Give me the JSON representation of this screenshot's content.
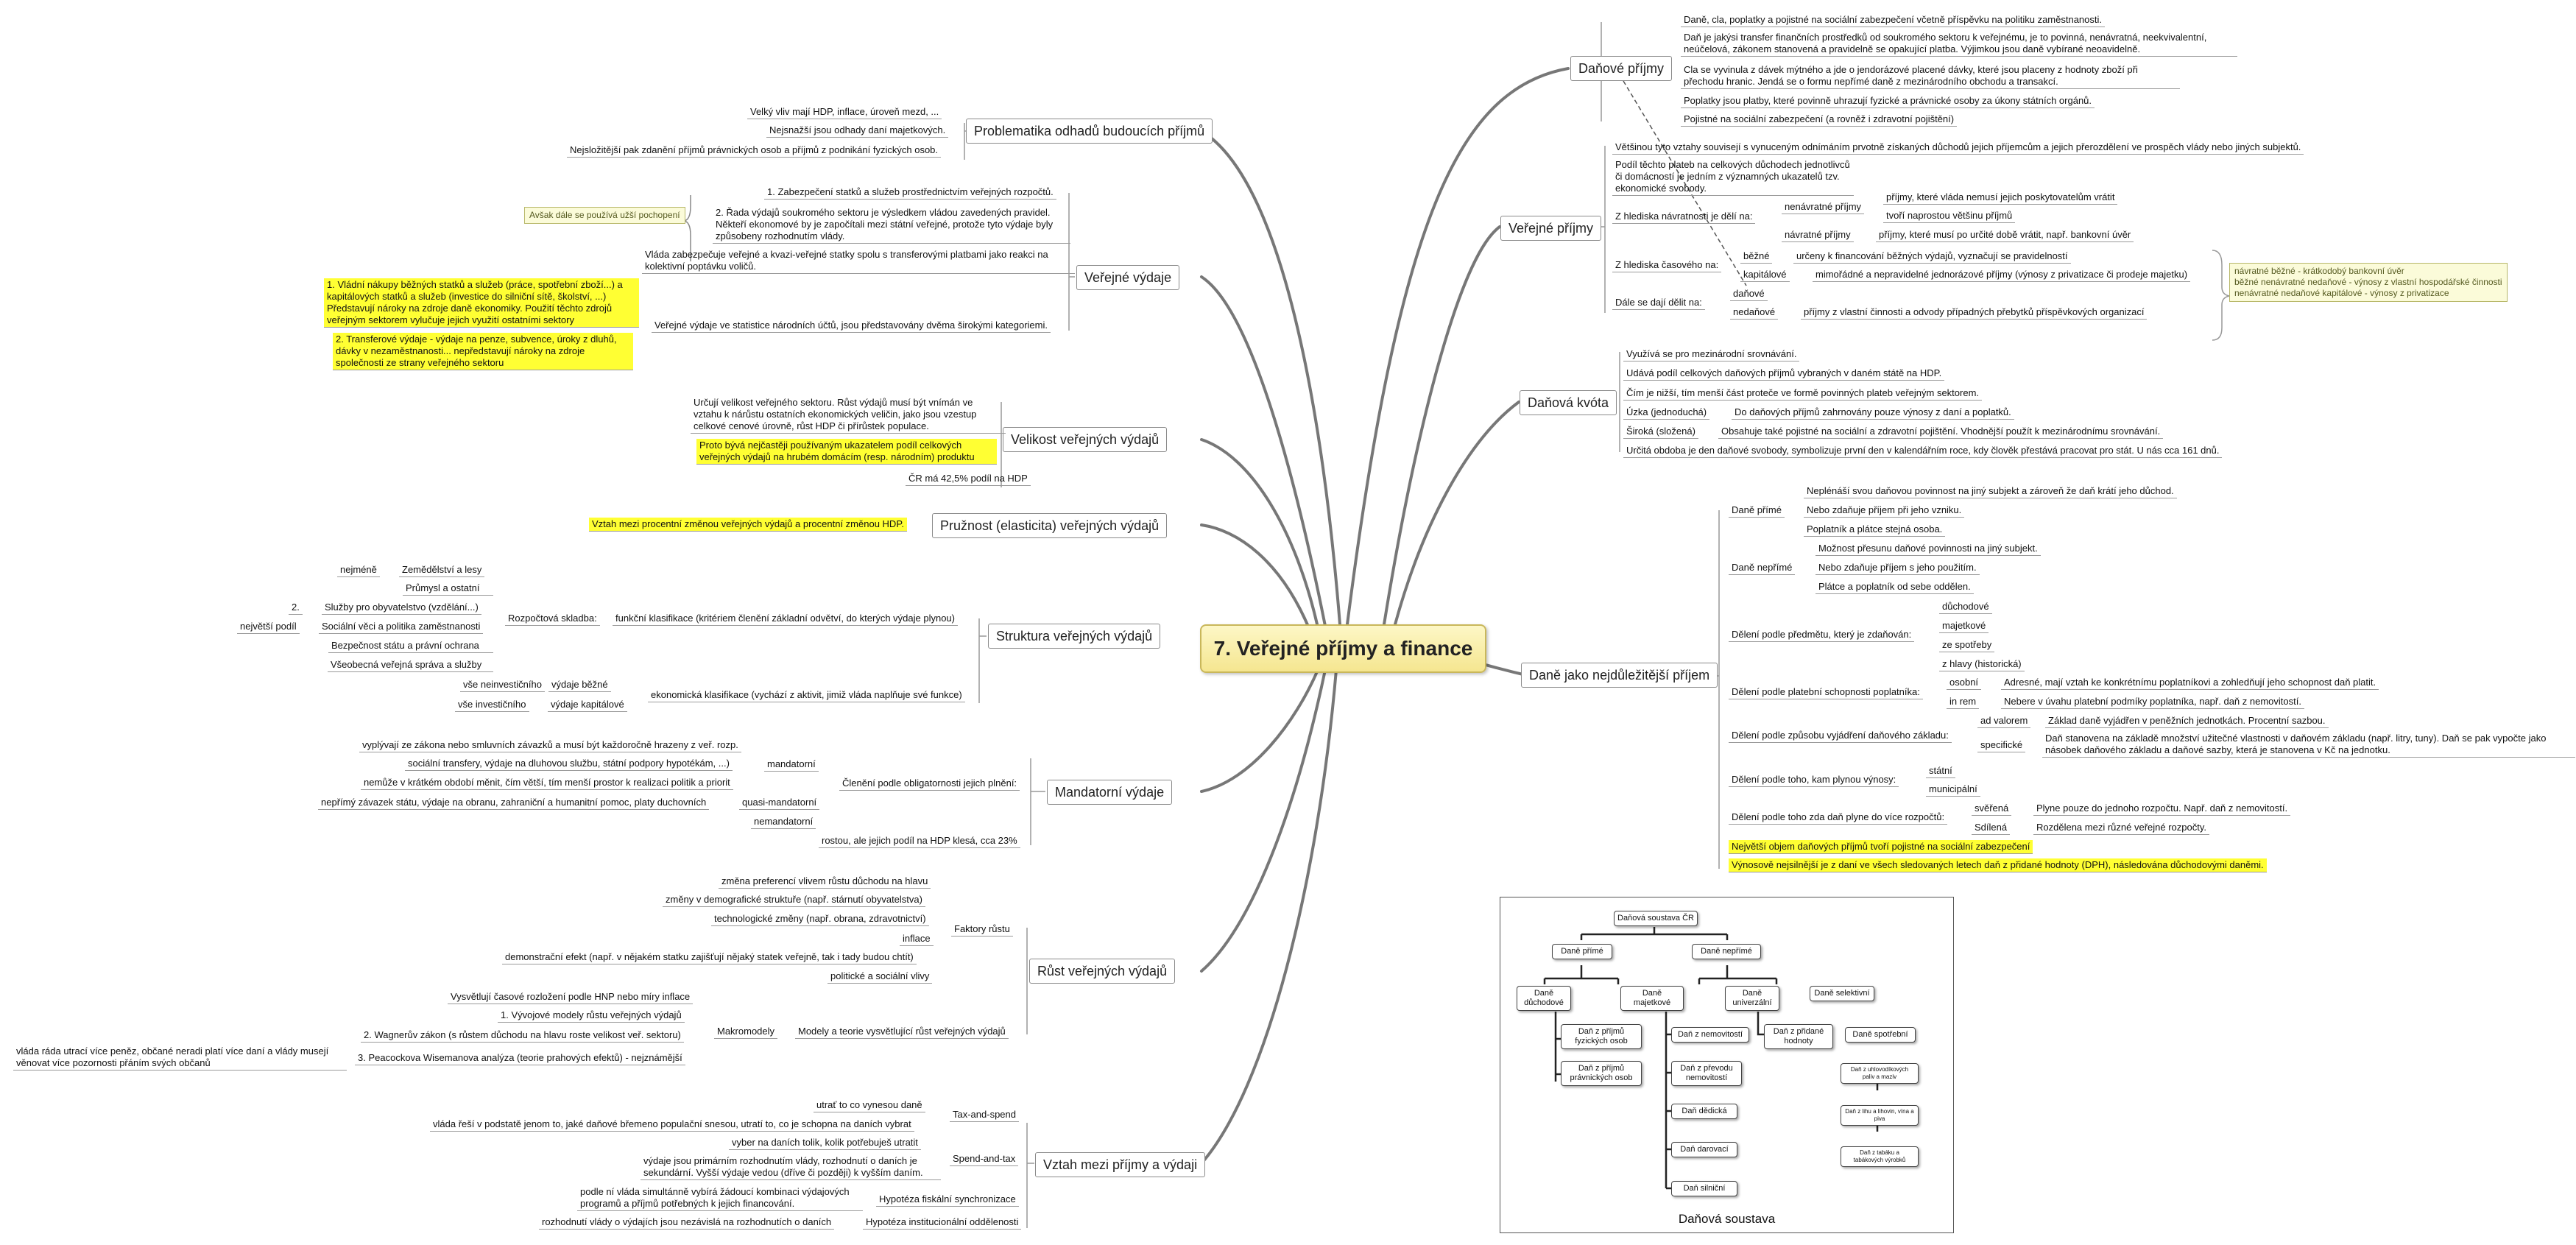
{
  "central_topic": "7. Veřejné příjmy a finance",
  "left": {
    "problematika": {
      "title": "Problematika odhadů budoucích příjmů",
      "items": [
        "Velký vliv mají HDP, inflace, úroveň mezd, ...",
        "Nejsnažší jsou odhady daní majetkových.",
        "Nejsložitější pak zdanění příjmů právnických osob a příjmů z podnikání fyzických osob."
      ]
    },
    "verejne_vydaje": {
      "title": "Veřejné výdaje",
      "item1": "1. Zabezpečení statků a služeb prostřednictvím veřejných rozpočtů.",
      "item2": "2. Řada výdajů soukromého sektoru je výsledkem vládou zavedených pravidel. Někteří ekonomové by je započítali mezi státní veřejné, protože tyto výdaje byly způsobeny rozhodnutím vlády.",
      "note": "Avšak dále se používá užší pochopení",
      "item3": "Vláda zabezpečuje veřejné a kvazi-veřejné statky spolu s transferovými platbami jako reakci na kolektivní poptávku voličů.",
      "item4": "Veřejné výdaje ve statistice národních účtů, jsou představovány dvěma širokými kategoriemi.",
      "hl1": "1. Vládní nákupy běžných statků a služeb (práce, spotřební zboží...) a kapitálových statků a služeb (investice do silniční sítě, školství, ...) Představují nároky na zdroje daně ekonomiky. Použití těchto zdrojů veřejným sektorem vylučuje jejich využití ostatními sektory",
      "hl2": "2. Transferové výdaje - výdaje na penze, subvence, úroky z dluhů, dávky v nezaměstnanosti... nepředstavují nároky na zdroje společnosti ze strany veřejného sektoru"
    },
    "velikost": {
      "title": "Velikost veřejných výdajů",
      "item1": "Určují velikost veřejného sektoru. Růst výdajů musí být vnímán ve vztahu k nárůstu ostatních ekonomických veličin, jako jsou vzestup celkové cenové úrovně, růst HDP či přírůstek populace.",
      "hl": "Proto bývá nejčastěji používaným ukazatelem podíl celkových veřejných výdajů na hrubém domácím (resp. národním) produktu",
      "item2": "ČR má 42,5% podíl na HDP"
    },
    "pruznost": {
      "title": "Pružnost (elasticita) veřejných výdajů",
      "hl": "Vztah mezi procentní změnou veřejných výdajů a procentní změnou HDP."
    },
    "struktura": {
      "title": "Struktura veřejných výdajů",
      "funkcni": "funkční klasifikace (kritériem členění základní odvětví, do kterých výdaje plynou)",
      "rozpoctova": "Rozpočtová skladba:",
      "funkce": [
        "Zemědělství a lesy",
        "Průmysl a ostatní",
        "Služby pro obyvatelstvo (vzdělání...)",
        "Sociální věci a politika zaměstnanosti",
        "Bezpečnost státu a právní ochrana",
        "Všeobecná veřejná správa a služby"
      ],
      "nejmene": "nejméně",
      "druhy": "2.",
      "nejvetsi": "největší podíl",
      "ekonomicka": "ekonomická klasifikace (vychází z aktivit, jimiž vláda naplňuje své funkce)",
      "bezne": "výdaje běžné",
      "kapitalove": "výdaje kapitálové",
      "neinvesticni": "vše neinvestičního",
      "investicni": "vše investičního"
    },
    "mandatorni": {
      "title": "Mandatorní výdaje",
      "cleneni": "Členění podle obligatornosti jejich plnění:",
      "mandatorni": "mandatorní",
      "quasi": "quasi-mandatorní",
      "nemandatorni": "nemandatorní",
      "m1": "vyplývají ze zákona nebo smluvních závazků a musí být každoročně hrazeny z veř. rozp.",
      "m2": "sociální transfery, výdaje na dluhovou službu, státní podpory hypotékám, ...)",
      "m3": "nemůže v krátkém období měnit, čím větší, tím menší prostor k realizaci politik a priorit",
      "q1": "nepřímý závazek státu, výdaje na obranu, zahraniční a humanitní pomoc, platy duchovních",
      "rostou": "rostou, ale jejich podíl na HDP klesá, cca 23%"
    },
    "rust": {
      "title": "Růst veřejných výdajů",
      "faktory": "Faktory růstu",
      "f": [
        "změna preferencí vlivem růstu důchodu na hlavu",
        "změny v demografické struktuře (např. stárnutí obyvatelstva)",
        "technologické změny (např. obrana, zdravotnictví)",
        "inflace",
        "demonstrační efekt (např. v nějakém statku zajišťují nějaký statek veřejně, tak i tady budou chtít)",
        "politické a sociální vlivy"
      ],
      "makromodely": "Makromodely",
      "modely": "Modely a teorie vysvětlující růst veřejných výdajů",
      "vysvetluji": "Vysvětlují časové rozložení podle HNP nebo míry inflace",
      "m1": "1. Vývojové modely růstu veřejných výdajů",
      "m2": "2. Wagnerův zákon (s růstem důchodu na hlavu roste velikost veř. sektoru)",
      "m3": "3. Peacockova Wisemanova analýza (teorie prahových efektů) - nejznámější",
      "vlada": "vláda ráda utrací více peněz, občané neradi platí více daní a vlády musejí věnovat více pozornosti přáním svých občanů"
    },
    "vztah": {
      "title": "Vztah mezi příjmy a výdaji",
      "tax_spend": "Tax-and-spend",
      "ts1": "utrať to co vynesou daně",
      "ts2": "vláda řeší v podstatě jenom to, jaké daňové břemeno populační snesou, utratí to, co je schopna na daních vybrat",
      "spend_tax": "Spend-and-tax",
      "st1": "vyber na daních tolik, kolik potřebuješ utratit",
      "st2": "výdaje jsou primárním rozhodnutím vlády, rozhodnutí o daních je sekundární. Vyšší výdaje vedou (dříve či později) k vyšším daním.",
      "fiskalni": "Hypotéza fiskální synchronizace",
      "fiskalni_text": "podle ní vláda simultánně vybírá žádoucí kombinaci výdajových programů a příjmů potřebných k jejich financování.",
      "instit": "Hypotéza institucionální oddělenosti",
      "instit_text": "rozhodnutí vlády o výdajích jsou nezávislá na rozhodnutích o daních"
    }
  },
  "right": {
    "danove_prijmy": {
      "title": "Daňové příjmy",
      "items": [
        "Daně, cla, poplatky a pojistné na sociální zabezpečení včetně příspěvku na politiku zaměstnanosti.",
        "Daň je jakýsi transfer finančních prostředků od soukromého sektoru k veřejnému, je to povinná, nenávratná, neekvivalentní, neúčelová, zákonem stanovená a pravidelně se opakující platba. Výjimkou jsou daně vybírané neoavidelně.",
        "Cla se vyvinula z dávek mýtného a jde o jendorázové placené dávky, které jsou placeny z hodnoty zboží při přechodu hranic. Jendá se o formu nepřímé daně z mezinárodního obchodu a transakcí.",
        "Poplatky jsou platby, které povinně uhrazují fyzické a právnické osoby za úkony státních orgánů.",
        "Pojistné na sociální zabezpečení (a rovněž i zdravotní pojištění)"
      ]
    },
    "verejne_prijmy": {
      "title": "Veřejné příjmy",
      "vetsinou": "Většinou tyto vztahy souvisejí s vynuceným odnímáním prvotně získaných důchodů jejich příjemcům a jejich přerozdělení ve prospěch vlády nebo jiných subjektů.",
      "podil": "Podíl těchto plateb na celkových důchodech jednotlivců či domácností je jedním z významných ukazatelů tzv. ekonomické svobody.",
      "navratnost": "Z hlediska návratnosti je dělí na:",
      "nenavratne": "nenávratné příjmy",
      "navratne": "návratné příjmy",
      "nn1": "příjmy, které vláda nemusí jejich poskytovatelům vrátit",
      "nn2": "tvoří naprostou většinu příjmů",
      "nav1": "příjmy, které musí po určité době vrátit, např. bankovní úvěr",
      "casove": "Z hlediska časového na:",
      "bezne": "běžné",
      "kapitalove": "kapitálové",
      "b1": "určeny k financování běžných výdajů, vyznačují se pravidelností",
      "k1": "mimořádné a nepravidelné jednorázové příjmy (výnosy z privatizace či prodeje majetku)",
      "dale": "Dále se dají dělit na:",
      "danove": "daňové",
      "nedanove": "nedaňové",
      "nd1": "příjmy z vlastní činnosti a odvody případných přebytků příspěvkových organizací",
      "note": "návratné běžné - krátkodobý bankovní úvěr\nběžné nenávratné nedaňové - výnosy z vlastní hospodářské činnosti\nnenávratné nedaňové kapitálové - výnosy z privatizace"
    },
    "danova_kvota": {
      "title": "Daňová kvóta",
      "items": [
        "Využívá se pro mezinárodní srovnávání.",
        "Udává podíl celkových daňových příjmů vybraných v daném státě na HDP.",
        "Čím je nižší, tím menší část proteče ve formě povinných plateb veřejným sektorem."
      ],
      "uzka": "Úzka (jednoduchá)",
      "uzka_t": "Do daňových příjmů zahrnovány pouze výnosy z daní a poplatků.",
      "siroka": "Široká (složená)",
      "siroka_t": "Obsahuje také pojistné na sociální a zdravotní pojištění. Vhodnější použít k mezinárodnímu srovnávání.",
      "urcita": "Určitá obdoba je den daňové svobody, symbolizuje první den v kalendářním roce, kdy člověk přestává pracovat pro stát. U nás cca 161 dnů."
    },
    "dane": {
      "title": "Daně jako nejdůležitější příjem",
      "prime": "Daně přímé",
      "p1": "Neplénáší svou daňovou povinnost na jiný subjekt a zároveň že daň krátí jeho důchod.",
      "p2": "Nebo zdaňuje příjem při jeho vzniku.",
      "p3": "Poplatník a plátce stejná osoba.",
      "neprime": "Daně nepřímé",
      "n1": "Možnost přesunu daňové povinnosti na jiný subjekt.",
      "n2": "Nebo zdaňuje příjem s jeho použitím.",
      "n3": "Plátce a poplatník od sebe oddělen.",
      "predmet": "Dělení podle předmětu, který je zdaňován:",
      "pr": [
        "důchodové",
        "majetkové",
        "ze spotřeby",
        "z hlavy (historická)"
      ],
      "platebni": "Dělení podle platební schopnosti poplatníka:",
      "osobni": "osobní",
      "inrem": "in rem",
      "os_t": "Adresné, mají vztah ke konkrétnímu poplatníkovi a zohledňují jeho schopnost daň platit.",
      "ir_t": "Nebere v úvahu platební podmíky poplatníka, např. daň z nemovitostí.",
      "zaklad": "Dělení podle způsobu vyjádření daňového základu:",
      "advalorem": "ad valorem",
      "av_t": "Základ daně vyjádřen v peněžních jednotkách. Procentní sazbou.",
      "specificke": "specifické",
      "sp_t": "Daň stanovena na základě množství užitečné vlastnosti v daňovém základu (např. litry, tuny). Daň se pak vypočte jako násobek daňového základu a daňové sazby, která je stanovena v Kč na jednotku.",
      "plynuti": "Dělení podle toho, kam plynou výnosy:",
      "statni": "státní",
      "municipalni": "municipální",
      "rozpoctu": "Dělení podle toho zda daň plyne do více rozpočtů:",
      "sverena": "svěřená",
      "sv_t": "Plyne pouze do jednoho rozpočtu. Např. daň z nemovitostí.",
      "sdilena": "Sdílená",
      "sd_t": "Rozdělena mezi různé veřejné rozpočty.",
      "hl1": "Největší objem daňových příjmů tvoří pojistné na sociální zabezpečení",
      "hl2": "Výnosově nejsilnější je z daní ve všech sledovaných letech daň z přidané hodnoty (DPH), následována důchodovými daněmi."
    },
    "diagram": {
      "caption": "Daňová soustava",
      "root": "Daňová soustava ČR",
      "prime": "Daně přímé",
      "neprime": "Daně nepřímé",
      "duchodove": "Daně důchodové",
      "majetkove": "Daně majetkové",
      "univerzalni": "Daně univerzální",
      "selektivni": "Daně selektivní",
      "fo": "Daň z příjmů fyzických osob",
      "po": "Daň z příjmů právnických osob",
      "nemovitosti": "Daň z nemovitostí",
      "prevod": "Daň z převodu nemovitostí",
      "dedicka": "Daň dědická",
      "darovaci": "Daň darovací",
      "silnicni": "Daň silniční",
      "dph": "Daň z přidané hodnoty",
      "spotrebni": "Daně spotřební",
      "s1": "Daň z uhlovodíkových paliv a maziv",
      "s2": "Daň z lihu a lihovin, vína a piva",
      "s3": "Daň z tabáku a tabákových výrobků"
    }
  }
}
